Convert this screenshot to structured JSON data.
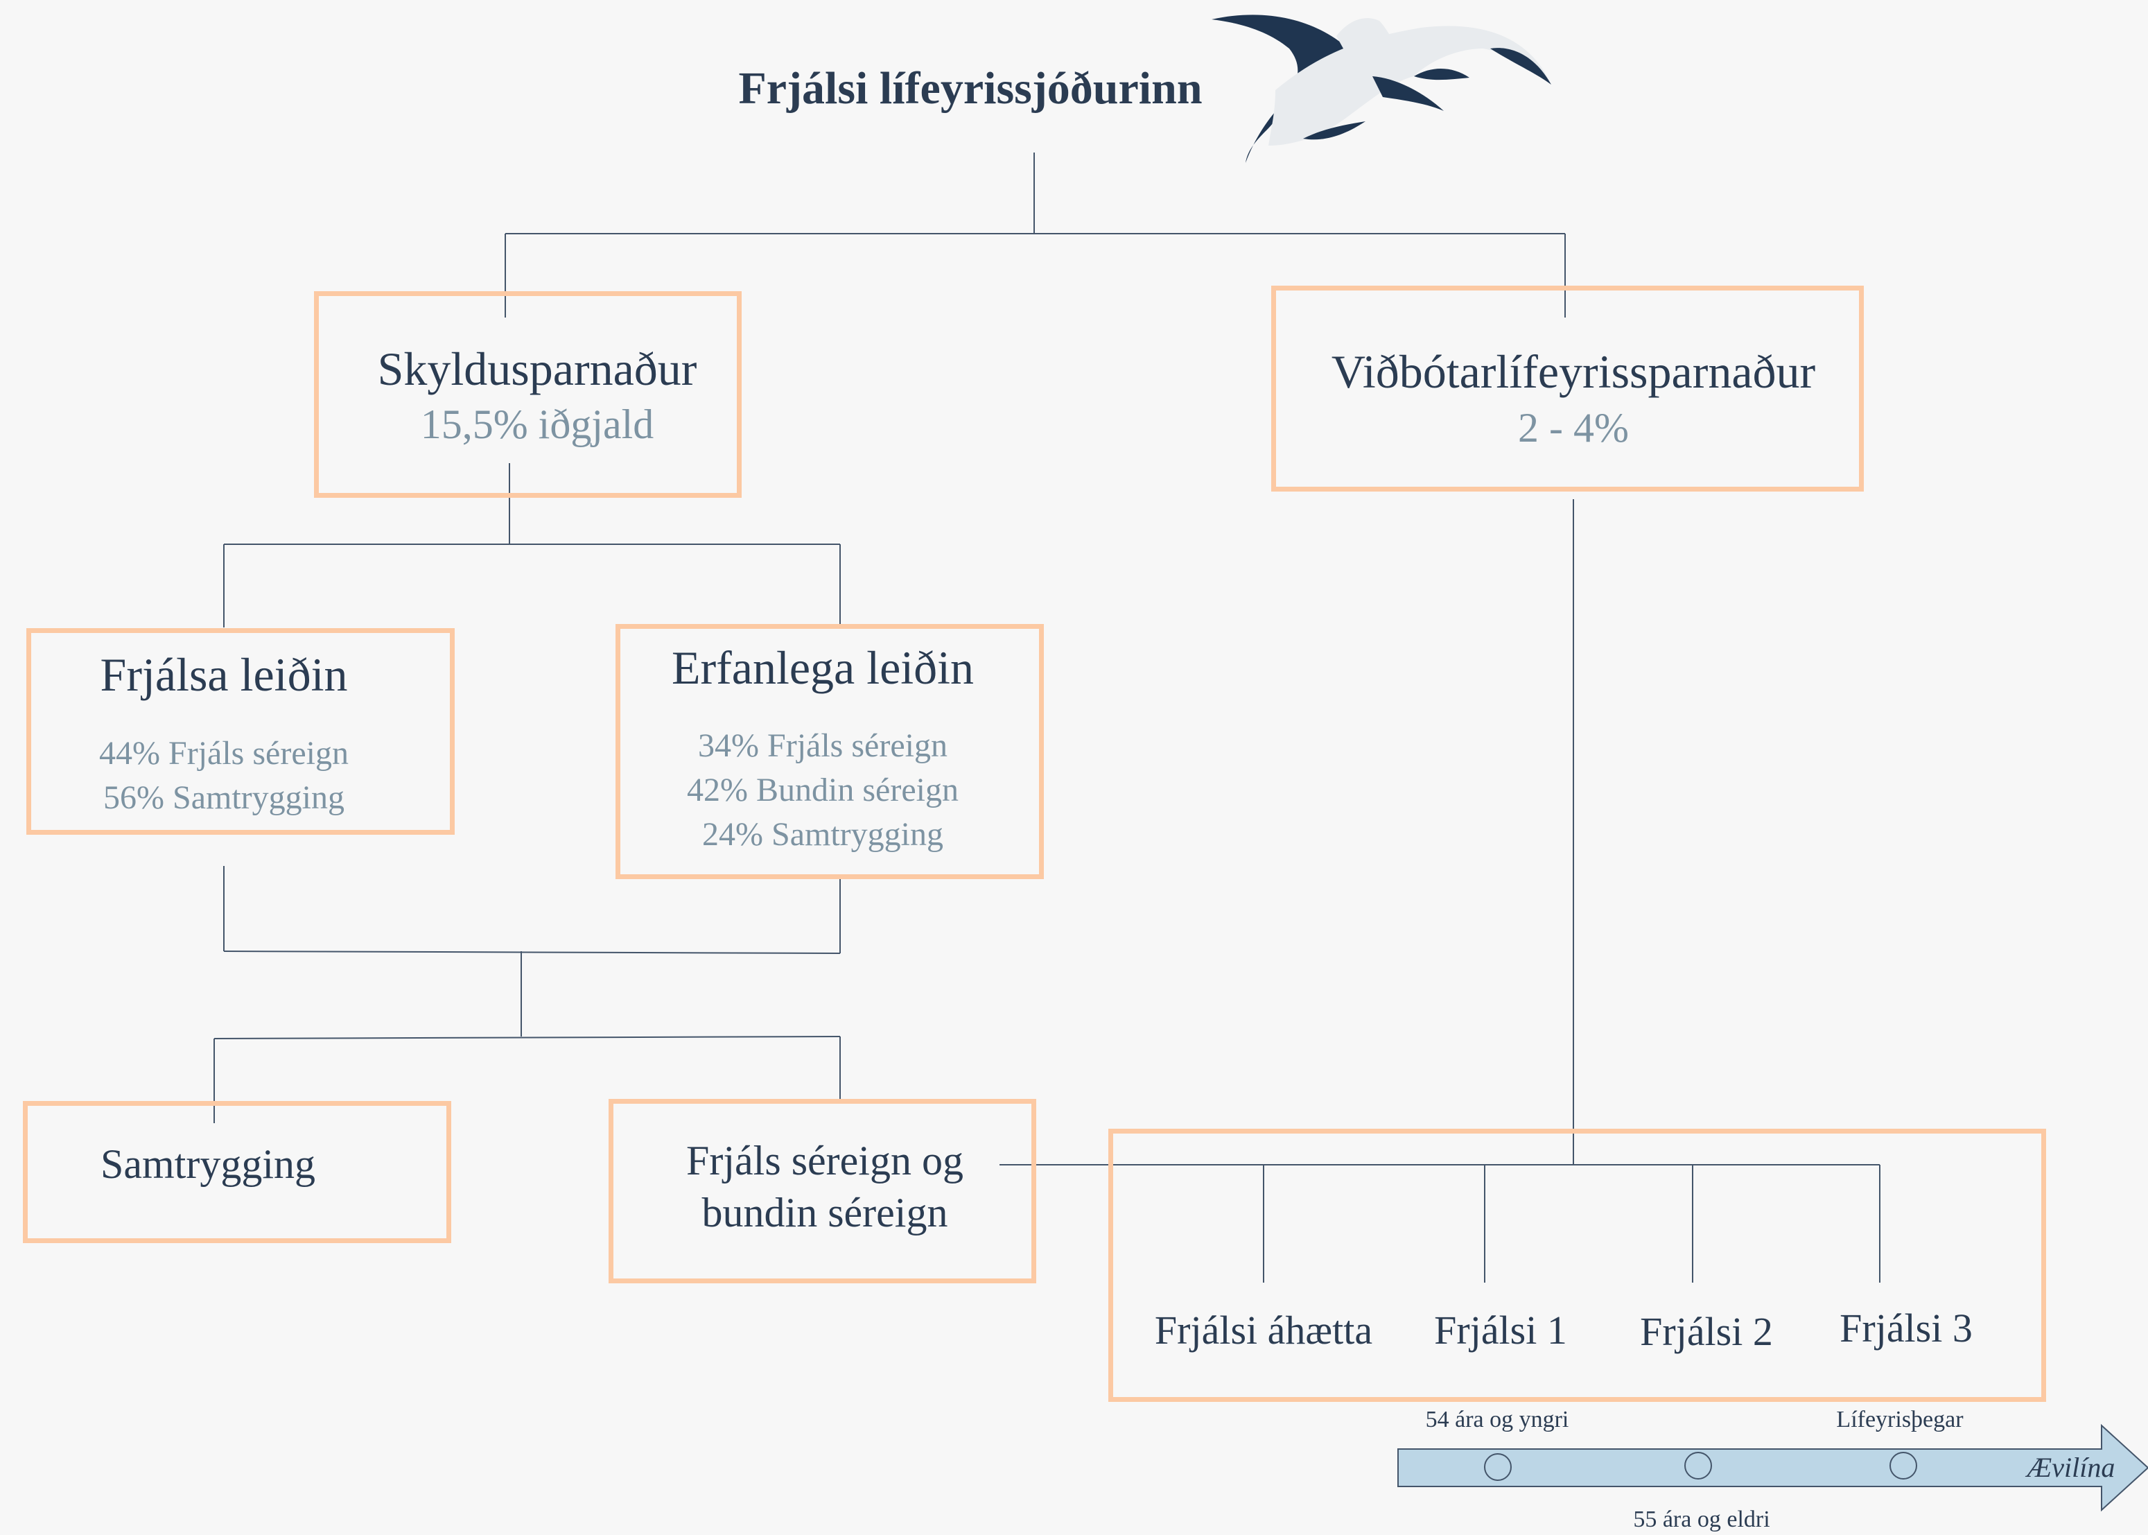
{
  "title": "Frjálsi lífeyrissjóðurinn",
  "logo": "seagulls-logo",
  "colors": {
    "box_border": "#fcc9a3",
    "line": "#44556a",
    "arrow_fill": "#bcd6e6",
    "text_dark": "#2b3c52",
    "text_muted": "#7d93a2"
  },
  "skyldusparnadur": {
    "label": "Skyldusparnaður",
    "sub": "15,5% iðgjald"
  },
  "vidbotar": {
    "label": "Viðbótarlífeyrissparnaður",
    "sub": "2 - 4%"
  },
  "frjalsa_leidin": {
    "label": "Frjálsa leiðin",
    "lines": [
      "44% Frjáls séreign",
      "56% Samtrygging"
    ]
  },
  "erfanlega_leidin": {
    "label": "Erfanlega leiðin",
    "lines": [
      "34% Frjáls séreign",
      "42% Bundin séreign",
      "24% Samtrygging"
    ]
  },
  "samtrygging": {
    "label": "Samtrygging"
  },
  "sereign": {
    "line1": "Frjáls séreign og",
    "line2": "bundin séreign"
  },
  "funds": [
    "Frjálsi áhætta",
    "Frjálsi 1",
    "Frjálsi 2",
    "Frjálsi 3"
  ],
  "timeline": {
    "label_under_54": "54 ára og yngri",
    "label_55_plus": "55 ára og eldri",
    "label_pensioners": "Lífeyrisþegar",
    "end_label": "Ævilína"
  }
}
